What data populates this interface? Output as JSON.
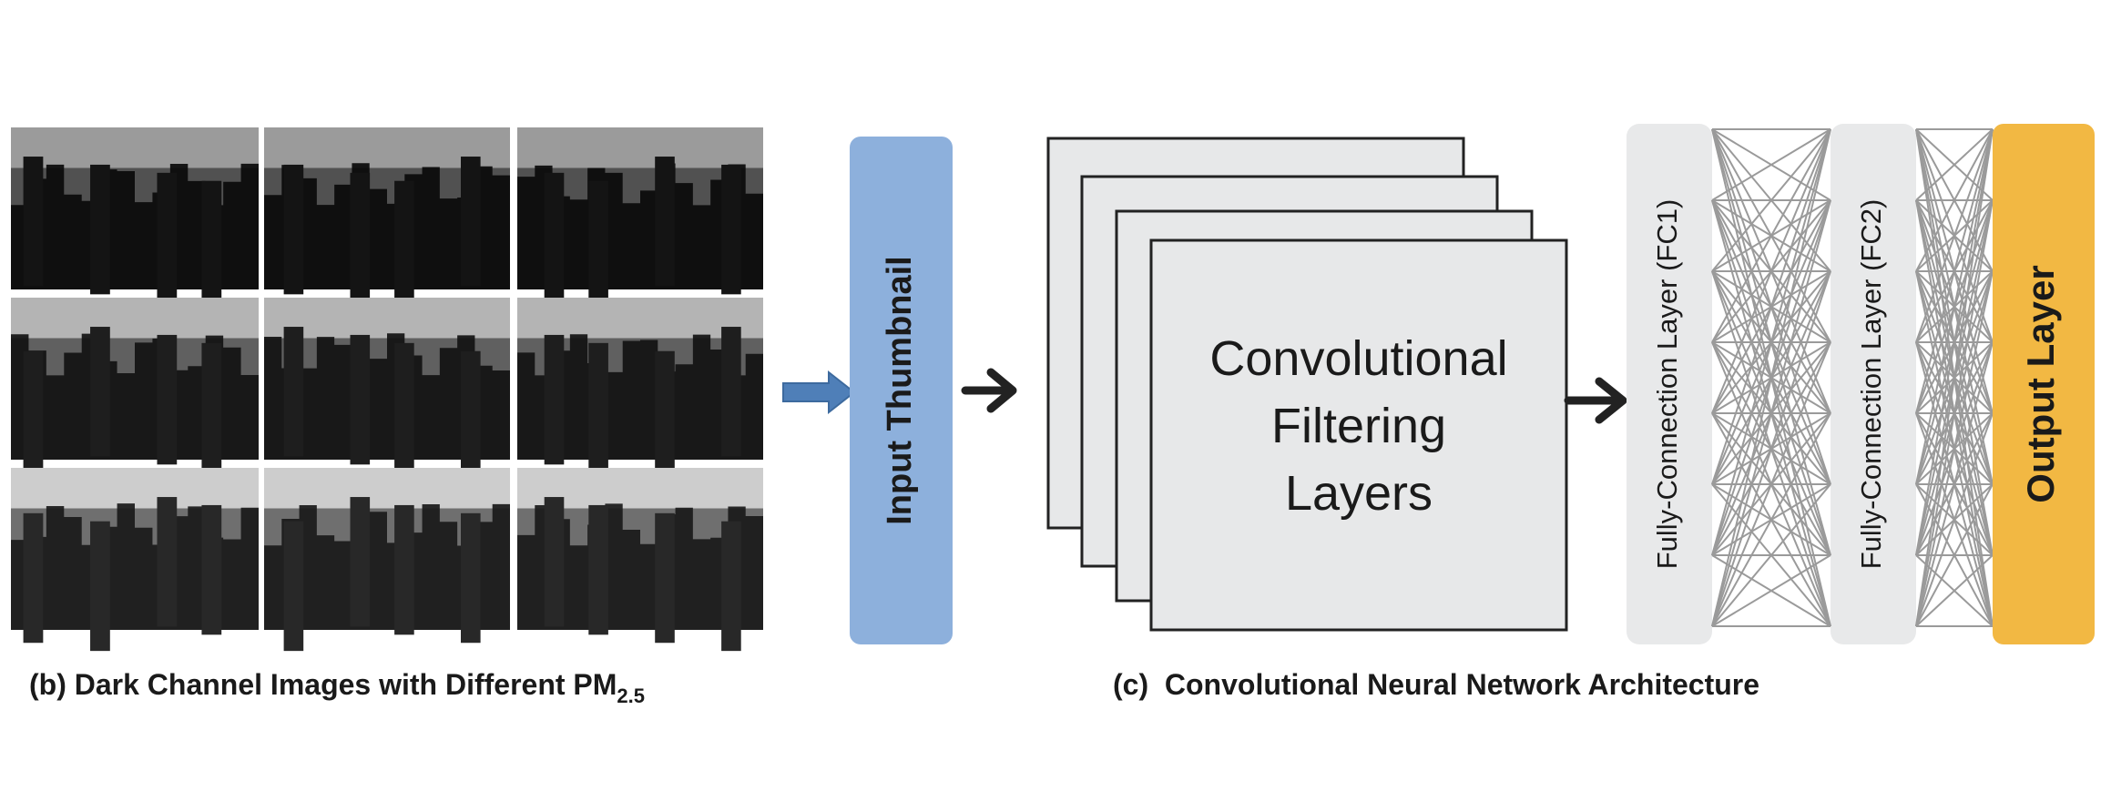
{
  "dark_channel_images": {
    "caption": "(b) Dark Channel Images with Different PM",
    "caption_subscript": "2.5",
    "grid": {
      "rows": 3,
      "cols": 3
    },
    "images": [
      {
        "tile": "dark-channel-image"
      },
      {
        "tile": "dark-channel-image"
      },
      {
        "tile": "dark-channel-image"
      },
      {
        "tile": "dark-channel-image"
      },
      {
        "tile": "dark-channel-image"
      },
      {
        "tile": "dark-channel-image"
      },
      {
        "tile": "dark-channel-image"
      },
      {
        "tile": "dark-channel-image"
      },
      {
        "tile": "dark-channel-image"
      }
    ]
  },
  "architecture": {
    "caption": "(c)  Convolutional Neural Network Architecture",
    "input_label": "Input Thumbnail",
    "conv_label_lines": [
      "Convolutional",
      "Filtering",
      "Layers"
    ],
    "fc1_label": "Fully-Connection Layer (FC1)",
    "fc2_label": "Fully-Connection Layer (FC2)",
    "output_label": "Output Layer"
  },
  "colors": {
    "input_box": "#8db0dc",
    "blue_arrow": "#4f7fb8",
    "output_box": "#f2b843",
    "fc_box": "#e8e9ea",
    "conv_fill": "#e7e8e9",
    "net_lines": "#9a9a9a"
  }
}
